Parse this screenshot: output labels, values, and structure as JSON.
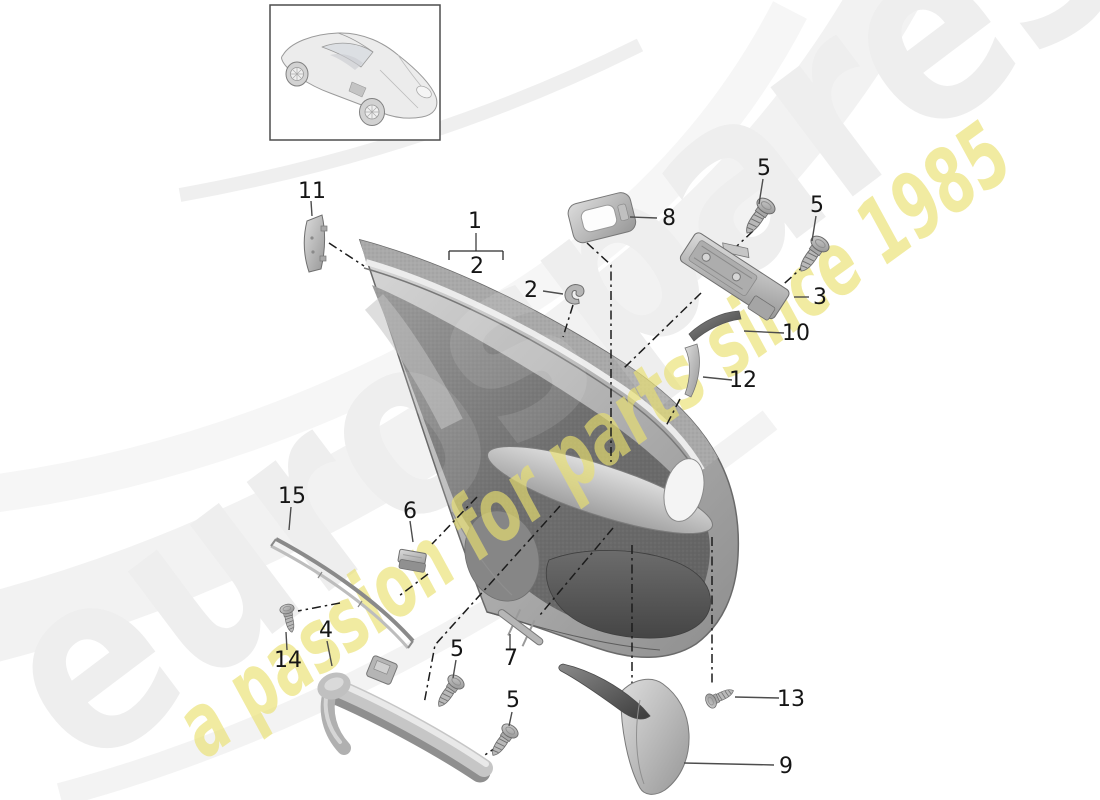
{
  "watermark": {
    "brand": "eurospares",
    "tagline": "a passion for parts since 1985",
    "brand_color": "#ececec",
    "tagline_color": "#e9e06e"
  },
  "icons": {
    "vehicle_thumbnail": "porsche-sports-car-sketch"
  },
  "callouts": {
    "c1": "1",
    "c2_bracket": "2",
    "c2": "2",
    "c3": "3",
    "c4": "4",
    "c5_a": "5",
    "c5_b": "5",
    "c5_c": "5",
    "c5_d": "5",
    "c6": "6",
    "c7": "7",
    "c8": "8",
    "c9": "9",
    "c10": "10",
    "c11": "11",
    "c12": "12",
    "c13": "13",
    "c14": "14",
    "c15": "15"
  }
}
